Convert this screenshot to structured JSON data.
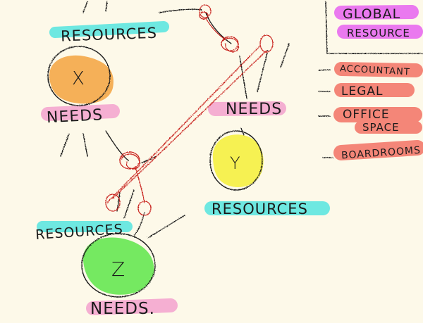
{
  "colors": {
    "background": "#fdf9e9",
    "ink": "#1a1a1a",
    "red_ink": "#c8201c",
    "orange": "#f4a748",
    "yellow": "#f5f04a",
    "green": "#6ee85a",
    "pink": "#f4a6cf",
    "cyan": "#5ee6e0",
    "magenta": "#e86cf0",
    "salmon": "#f47a6c"
  },
  "nodes": {
    "x": {
      "letter": "X",
      "needs_label": "NEEDS",
      "resources_label": "RESOURCES"
    },
    "y": {
      "letter": "Y",
      "needs_label": "NEEDS",
      "resources_label": "RESOURCES"
    },
    "z": {
      "letter": "Z",
      "needs_label": "NEEDS.",
      "resources_label": "RESOURCES"
    }
  },
  "legend": {
    "title_line1": "GLOBAL",
    "title_line2": "RESOURCE",
    "items": [
      {
        "label": "ACCOUNTANT"
      },
      {
        "label": "LEGAL"
      },
      {
        "label": "OFFICE",
        "label2": "SPACE"
      },
      {
        "label": "BOARDROOMS"
      }
    ]
  }
}
